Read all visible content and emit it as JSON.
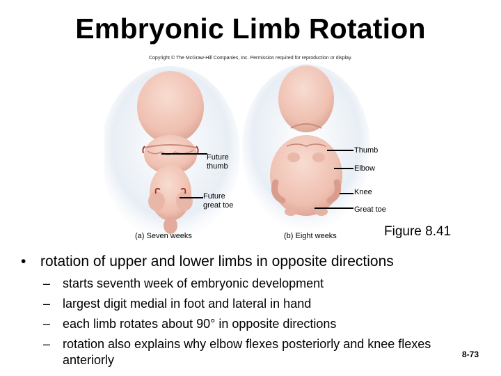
{
  "title": "Embryonic Limb Rotation",
  "copyright": "Copyright © The McGraw-Hill Companies, Inc. Permission required for reproduction or display.",
  "figure": {
    "left_labels": [
      "Future\nthumb",
      "Future\ngreat toe"
    ],
    "right_labels": [
      "Thumb",
      "Elbow",
      "Knee",
      "Great toe"
    ],
    "caption_a": "(a) Seven weeks",
    "caption_b": "(b) Eight weeks",
    "number": "Figure 8.41"
  },
  "bullet": {
    "symbol": "•",
    "text": "rotation of upper and lower limbs in opposite directions"
  },
  "subbullets": [
    {
      "dash": "–",
      "text": "starts seventh week of embryonic development"
    },
    {
      "dash": "–",
      "text": "largest digit medial in foot and lateral in hand"
    },
    {
      "dash": "–",
      "text": "each limb rotates about 90° in opposite directions"
    },
    {
      "dash": "–",
      "text": "rotation also explains why elbow flexes posteriorly and knee flexes",
      "continuation": "anteriorly"
    }
  ],
  "slide_number": "8-73",
  "colors": {
    "skin": "#f1c7b9",
    "skin_dark": "#d99c8d",
    "glow": "#dfe6ee"
  }
}
